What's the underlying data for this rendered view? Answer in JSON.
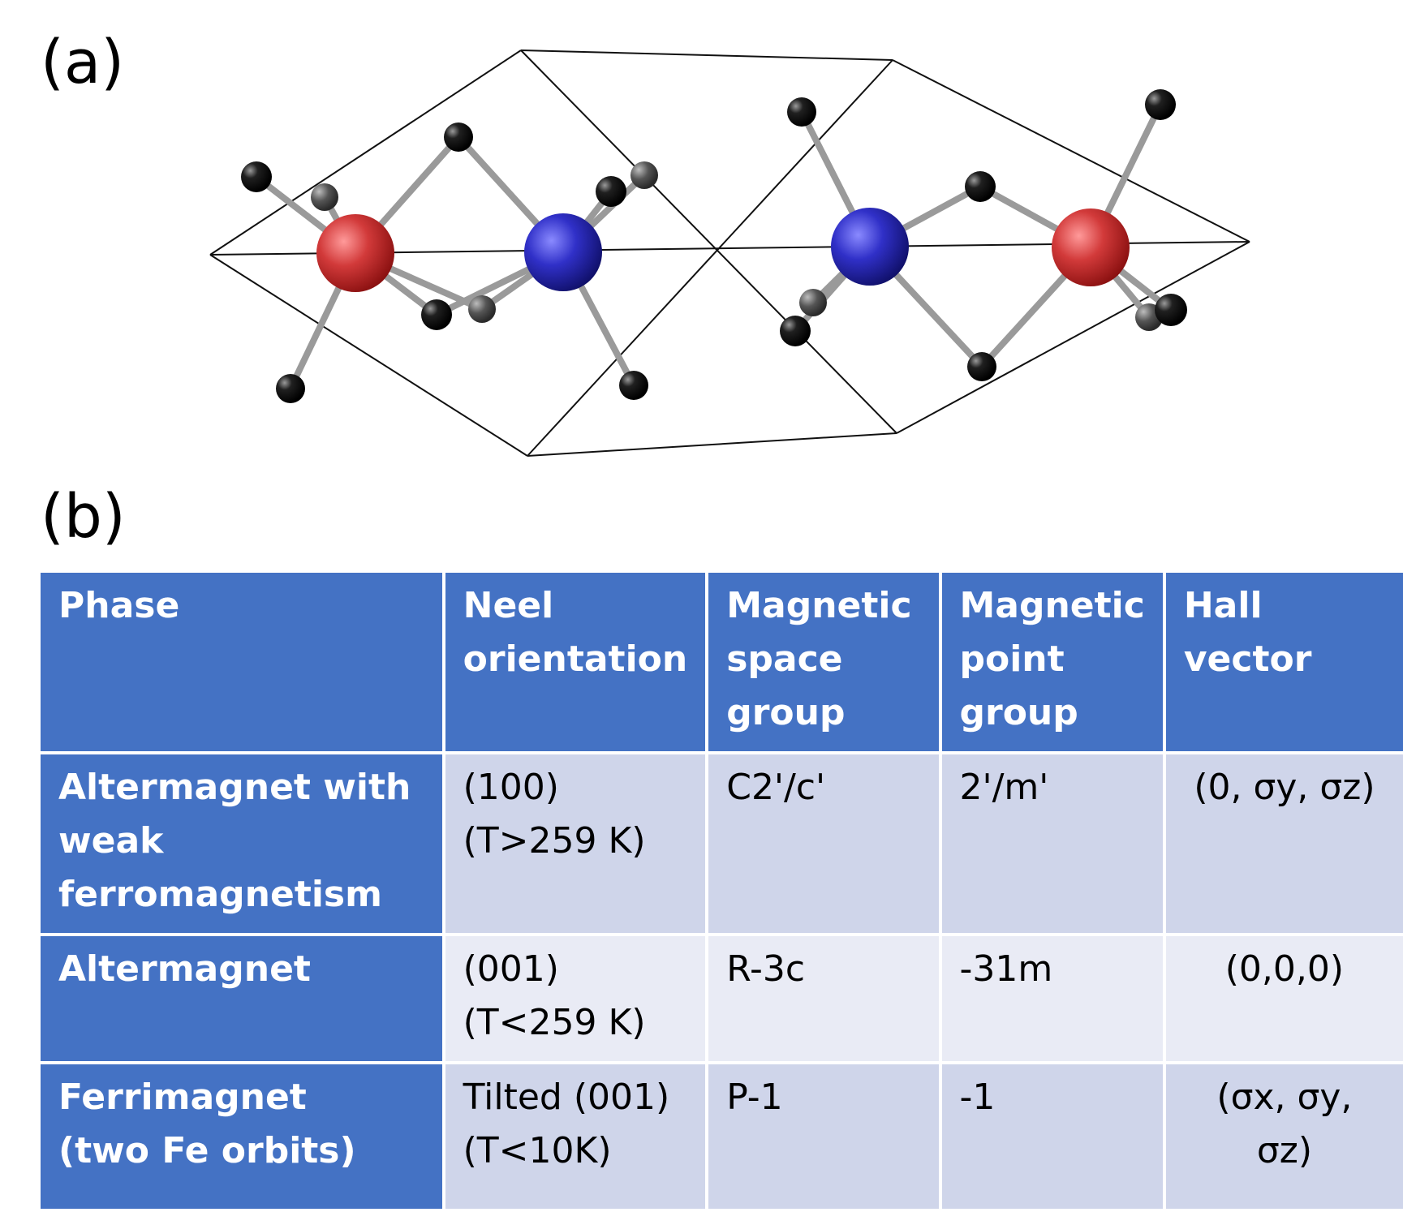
{
  "panels": {
    "a": "(a)",
    "b": "(b)"
  },
  "structure": {
    "atom_colors": {
      "fe_up": "#c8282c",
      "fe_down": "#2727b8",
      "ligand": "#111111",
      "bond": "#9a9a9a"
    }
  },
  "table": {
    "headers": [
      "Phase",
      "Neel\norientation",
      "Magnetic\nspace\ngroup",
      "Magnetic\npoint\ngroup",
      "Hall vector"
    ],
    "rows": [
      {
        "phase": "Altermagnet with\nweak\nferromagnetism",
        "neel": "(100)\n (T>259 K)",
        "space_group": "C2'/c'",
        "point_group": "2'/m'",
        "hall": "(0, σy, σz)"
      },
      {
        "phase": "Altermagnet",
        "neel": "(001)\n(T<259 K)",
        "space_group": "R-3c",
        "point_group": "-31m",
        "hall": "(0,0,0)"
      },
      {
        "phase": "Ferrimagnet\n(two Fe orbits)",
        "neel": "Tilted (001)\n(T<10K)",
        "space_group": "P-1",
        "point_group": "-1",
        "hall": "(σx, σy, σz)"
      }
    ],
    "colors": {
      "header": "#4472c4",
      "row_odd": "#cfd5ea",
      "row_even": "#e9ebf5"
    }
  }
}
